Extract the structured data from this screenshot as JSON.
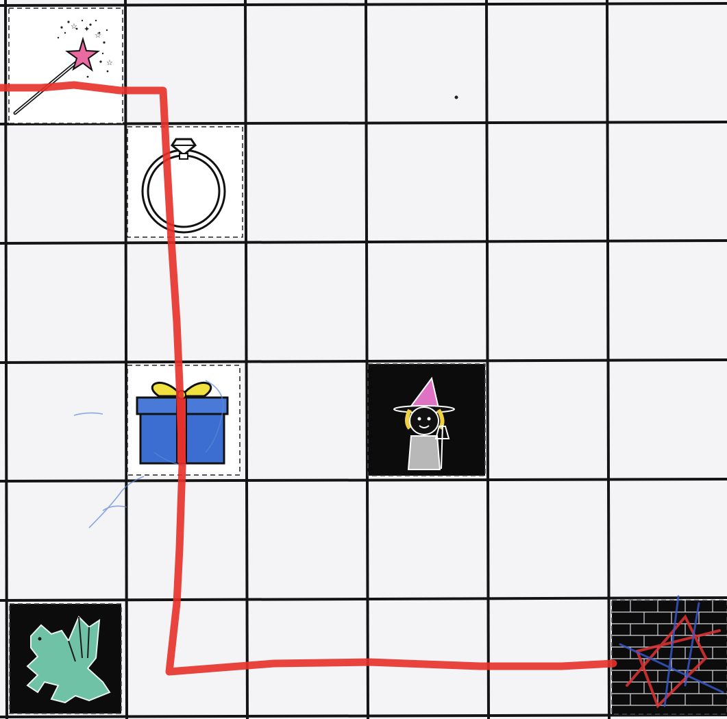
{
  "board": {
    "rows": 6,
    "cols": 6,
    "background_color": "#f4f4f6",
    "line_color": "#141414"
  },
  "cells": [
    {
      "id": "wand",
      "icon": "magic-wand-icon",
      "row": 1,
      "col": 1,
      "style": "light"
    },
    {
      "id": "ring",
      "icon": "diamond-ring-icon",
      "row": 2,
      "col": 2,
      "style": "light"
    },
    {
      "id": "gift",
      "icon": "gift-box-icon",
      "row": 4,
      "col": 2,
      "style": "light"
    },
    {
      "id": "witch",
      "icon": "witch-with-broom-icon",
      "row": 4,
      "col": 4,
      "style": "dark"
    },
    {
      "id": "dragon",
      "icon": "dragon-icon",
      "row": 6,
      "col": 1,
      "style": "dark"
    },
    {
      "id": "wall",
      "icon": "brick-wall-icon",
      "row": 6,
      "col": 6,
      "style": "dark"
    }
  ],
  "path": {
    "color": "#e8302a",
    "description_cells": [
      [
        1,
        1
      ],
      [
        1,
        2
      ],
      [
        2,
        2
      ],
      [
        3,
        2
      ],
      [
        4,
        2
      ],
      [
        5,
        2
      ],
      [
        6,
        2
      ],
      [
        6,
        3
      ],
      [
        6,
        4
      ],
      [
        6,
        5
      ],
      [
        6,
        6
      ]
    ]
  }
}
